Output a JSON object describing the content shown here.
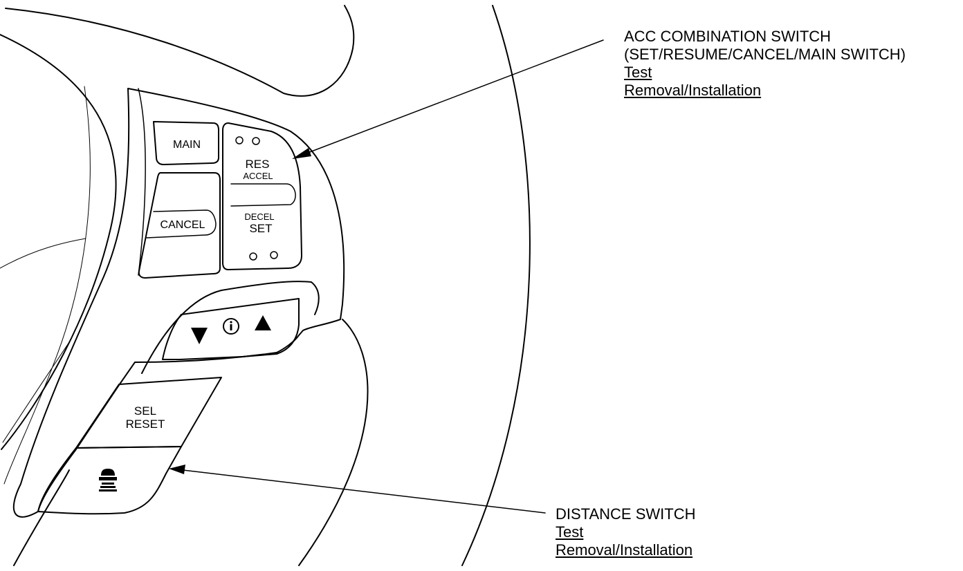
{
  "switch_labels": {
    "main": "MAIN",
    "cancel": "CANCEL",
    "res": "RES",
    "accel": "ACCEL",
    "decel": "DECEL",
    "set": "SET",
    "sel": "SEL",
    "reset": "RESET"
  },
  "icons": {
    "down": "triangle-down-icon",
    "info": "info-icon",
    "up": "triangle-up-icon",
    "distance": "vehicle-distance-icon"
  },
  "callouts": {
    "acc": {
      "title_line1": "ACC COMBINATION SWITCH",
      "title_line2": "(SET/RESUME/CANCEL/MAIN SWITCH)",
      "link_test": "Test",
      "link_removal": "Removal/Installation"
    },
    "distance": {
      "title": "DISTANCE SWITCH",
      "link_test": "Test",
      "link_removal": "Removal/Installation"
    }
  },
  "colors": {
    "line": "#000000",
    "background": "#ffffff"
  }
}
